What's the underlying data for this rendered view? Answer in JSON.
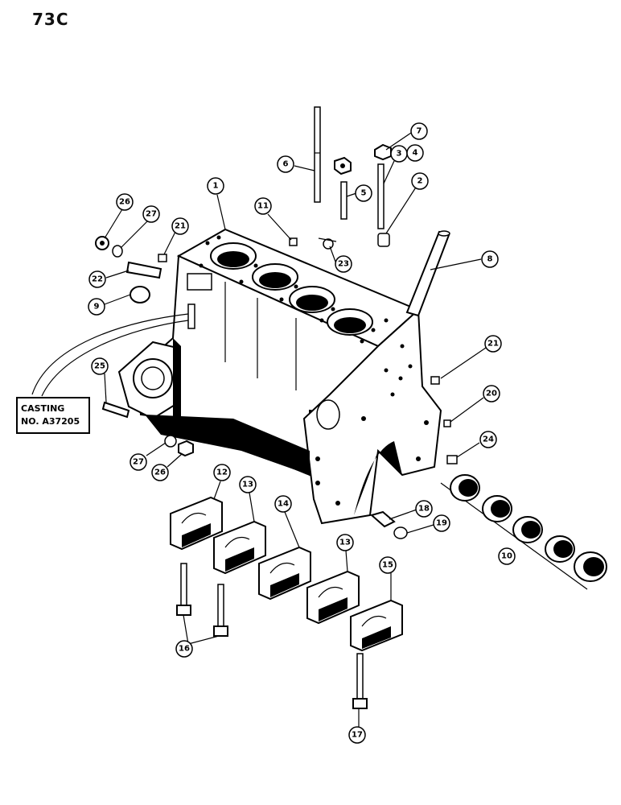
{
  "page": {
    "title": "73C"
  },
  "casting_label": {
    "line1": "CASTING",
    "line2": "NO. A37205"
  },
  "callouts": [
    "1",
    "2",
    "3",
    "4",
    "5",
    "6",
    "7",
    "8",
    "9",
    "10",
    "11",
    "12",
    "13",
    "13",
    "14",
    "15",
    "16",
    "17",
    "18",
    "19",
    "20",
    "21",
    "21",
    "22",
    "23",
    "24",
    "25",
    "26",
    "26",
    "27",
    "27"
  ]
}
